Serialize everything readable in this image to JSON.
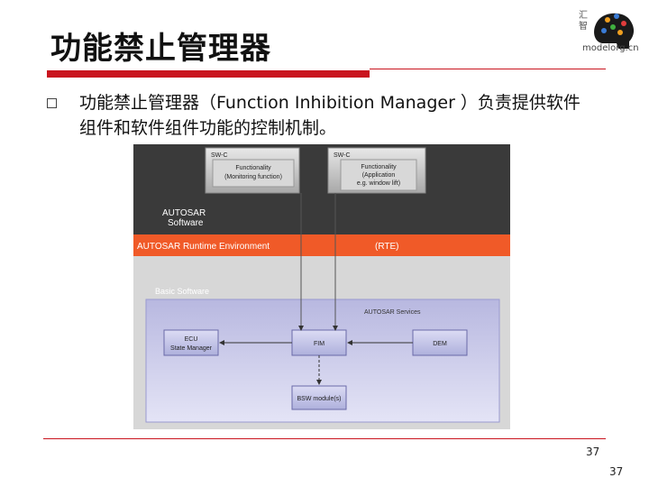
{
  "slide": {
    "title": "功能禁止管理器",
    "bullet_text": "功能禁止管理器（Function Inhibition Manager ）负责提供软件组件和软件组件功能的控制机制。",
    "page_number": "37",
    "page_number_repeat": "37"
  },
  "logo": {
    "text": "modelorg.cn",
    "side_text": "汇智",
    "icon": "brain-head-icon"
  },
  "diagram": {
    "swc_left_label": "SW-C",
    "swc_left_inner": "Functionality\n(Monitoring function)",
    "swc_right_label": "SW-C",
    "swc_right_inner": "Functionality\n(Application\ne.g. window lift)",
    "autosar_software": "AUTOSAR\nSoftware",
    "rte_label": "AUTOSAR Runtime Environment",
    "rte_abbr": "(RTE)",
    "basic_software": "Basic Software",
    "autosar_services": "AUTOSAR Services",
    "ecu_state_manager": "ECU\nState Manager",
    "fim": "FIM",
    "dem": "DEM",
    "bsw_modules": "BSW module(s)"
  },
  "colors": {
    "accent_red": "#c9141e",
    "rte_orange": "#f05a28",
    "dark_bg": "#3c3c3c",
    "basic_bg": "#c9c9e6"
  }
}
